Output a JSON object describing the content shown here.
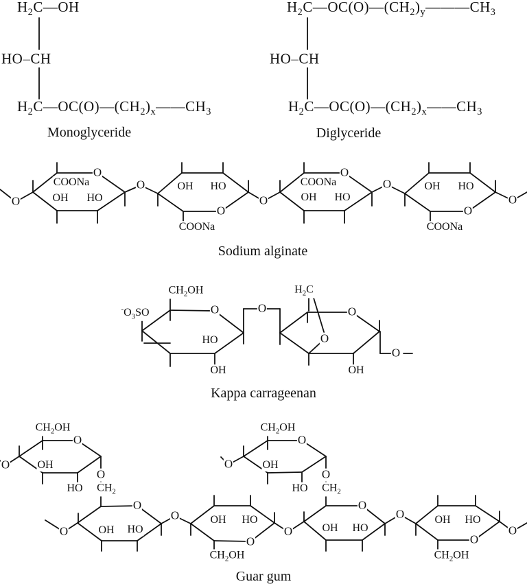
{
  "colors": {
    "ink": "#111111",
    "background": "#ffffff"
  },
  "atoms": {
    "oxygen": "O",
    "oh": "OH",
    "ho": "HO",
    "coona": "COONa",
    "ch2oh": "CH_{2}OH",
    "ch2": "CH_{2}",
    "h2c": "H_{2}C",
    "sulfate": "^{-}O_{3}SO"
  },
  "monoglyceride": {
    "row1": "H_{2}C—OH",
    "row2": "HO–CH",
    "row3": "H_{2}C—OC(O)—(CH_{2})_{x}——CH_{3}",
    "caption": "Monoglyceride"
  },
  "diglyceride": {
    "row1": "H_{2}C—OC(O)—(CH_{2})_{y}———CH_{3}",
    "row2": "HO–CH",
    "row3": "H_{2}C—OC(O)—(CH_{2})_{x}——CH_{3}",
    "caption": "Diglyceride"
  },
  "sodium_alginate": {
    "caption": "Sodium alginate"
  },
  "kappa_carrageenan": {
    "caption": "Kappa carrageenan"
  },
  "guar_gum": {
    "caption": "Guar gum"
  }
}
